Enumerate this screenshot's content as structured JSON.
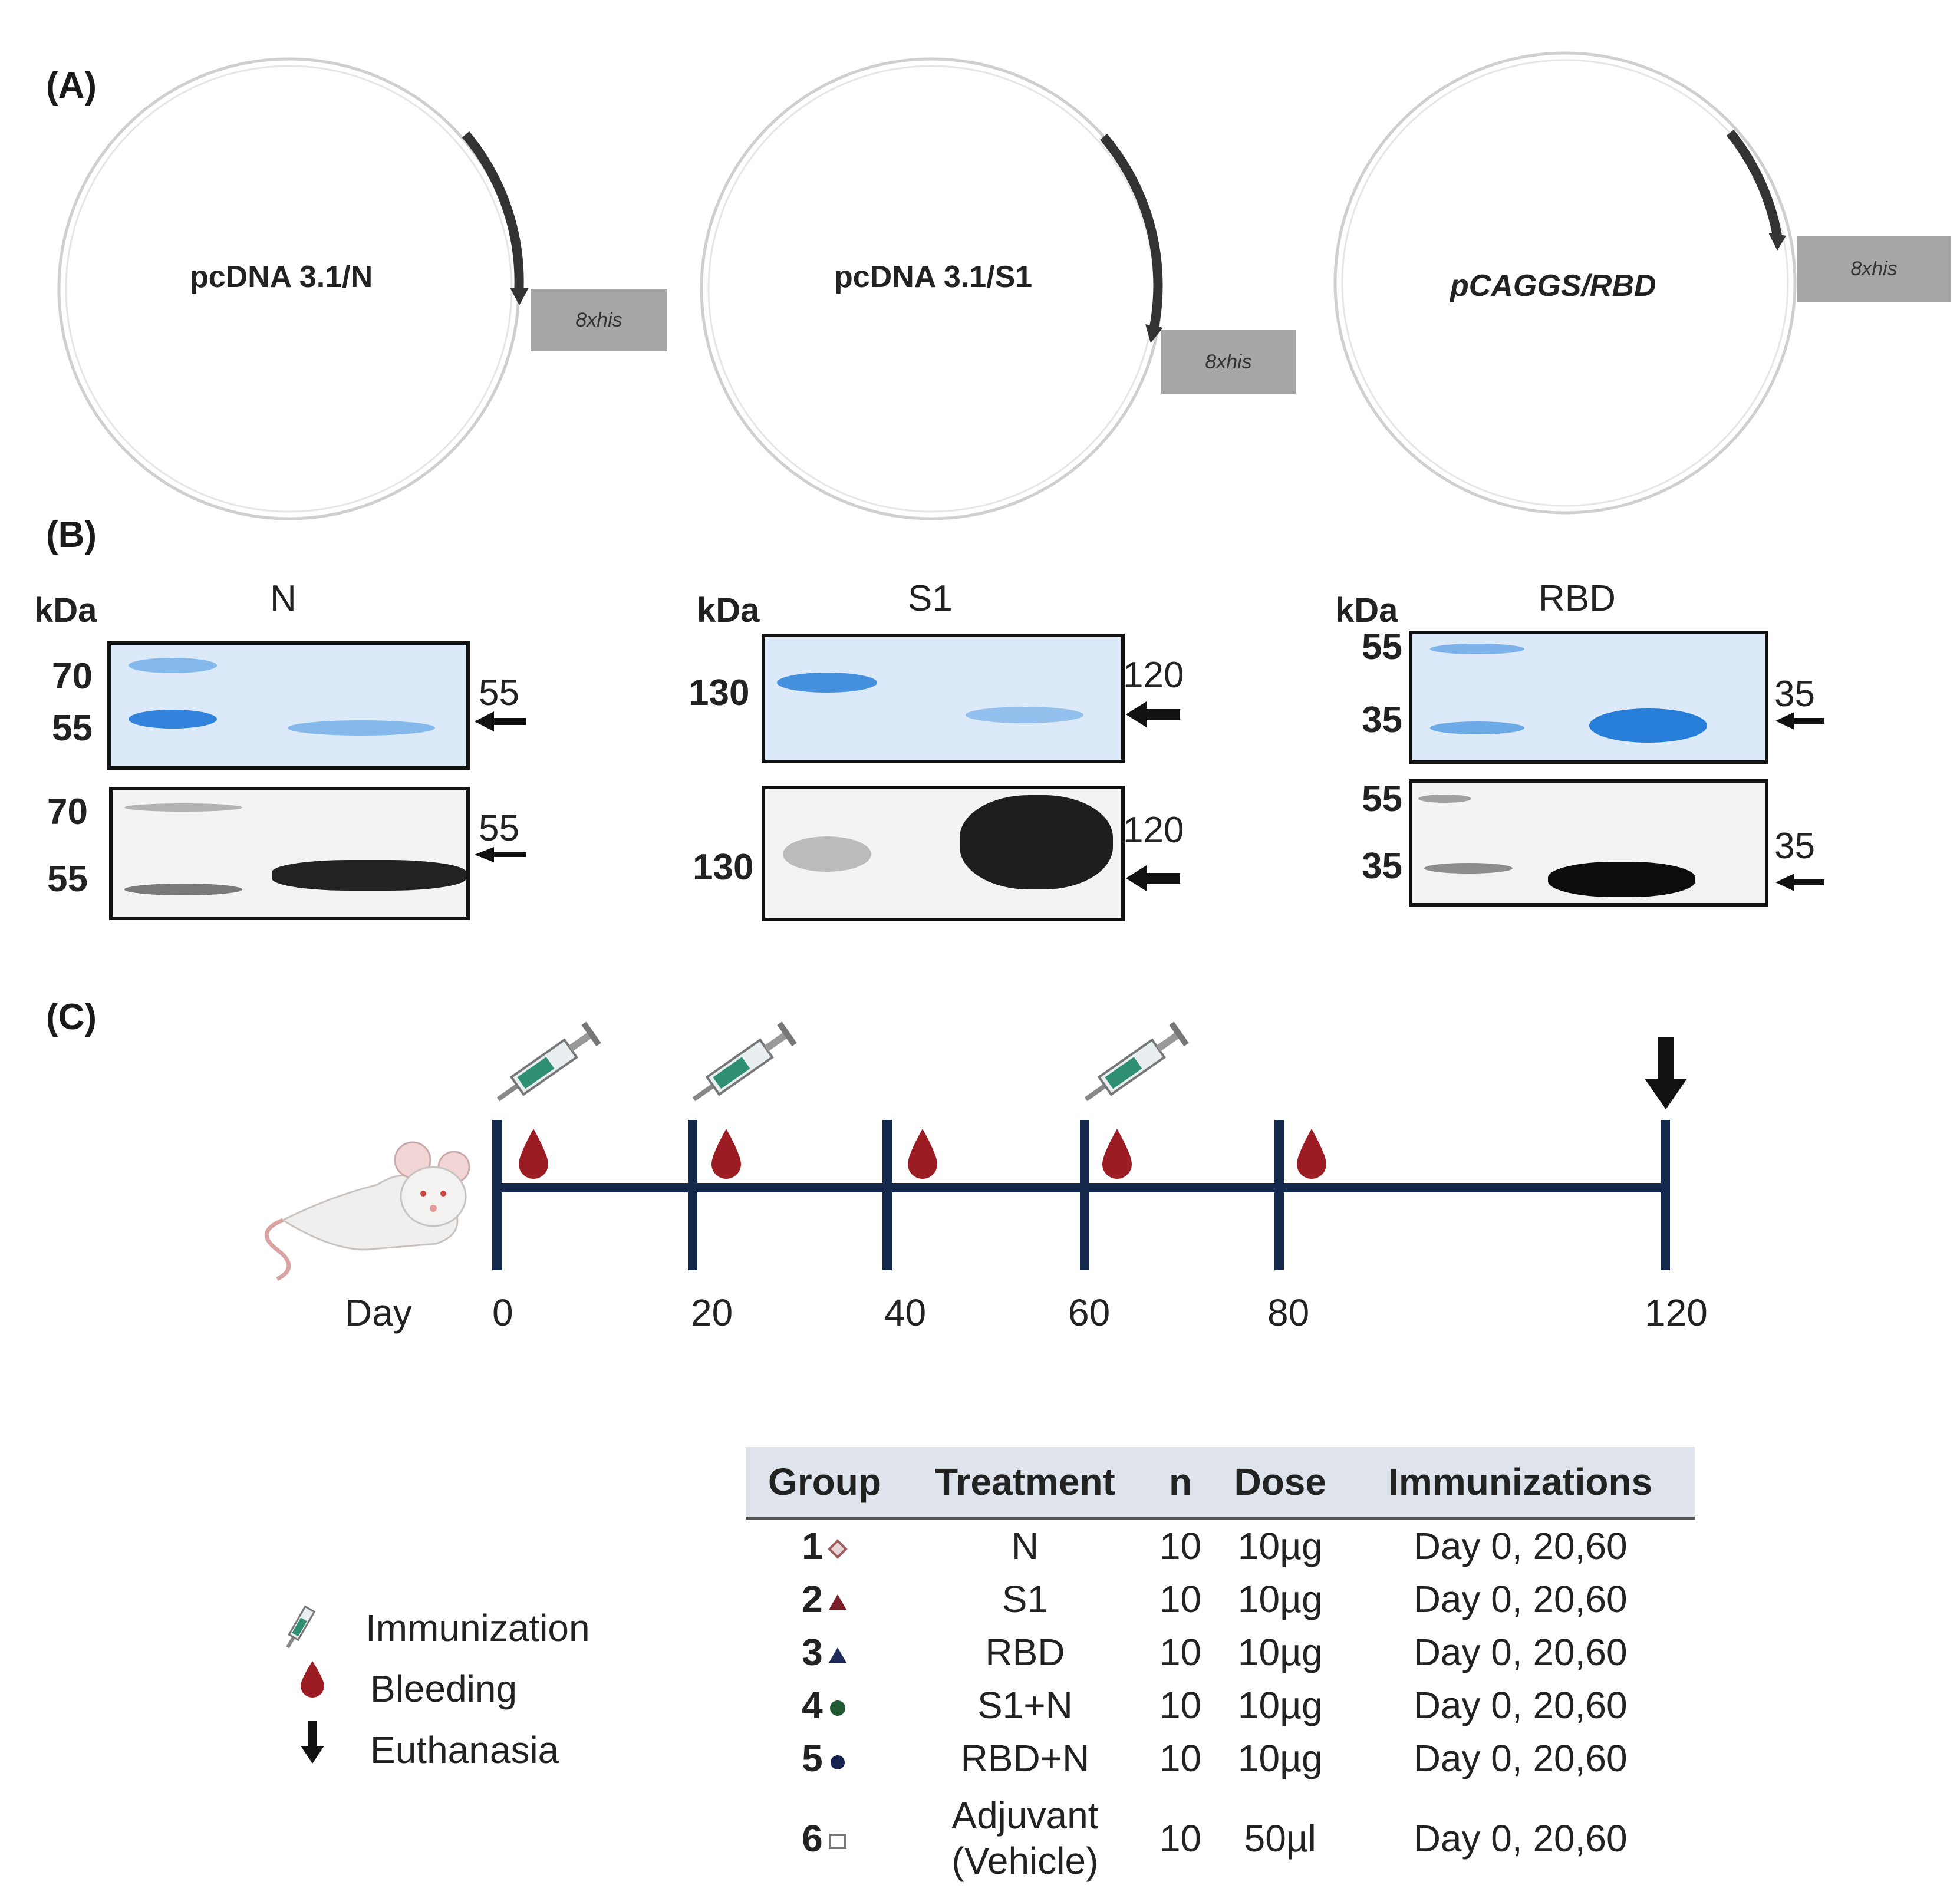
{
  "panels": {
    "a": "(A)",
    "b": "(B)",
    "c": "(C)"
  },
  "plasmids": [
    {
      "name": "pcDNA 3.1/N",
      "tag": "8xhis"
    },
    {
      "name": "pcDNA 3.1/S1",
      "tag": "8xhis"
    },
    {
      "name": "pCAGGS/RBD",
      "tag": "8xhis"
    }
  ],
  "gels": {
    "kda_label": "kDa",
    "n": {
      "title": "N",
      "top_markers": [
        "70",
        "55"
      ],
      "bottom_markers": [
        "70",
        "55"
      ],
      "top_size": "55",
      "bottom_size": "55"
    },
    "s1": {
      "title": "S1",
      "top_markers": [
        "130"
      ],
      "bottom_markers": [
        "130"
      ],
      "top_size": "120",
      "bottom_size": "120"
    },
    "rbd": {
      "title": "RBD",
      "top_markers": [
        "55",
        "35"
      ],
      "bottom_markers": [
        "55",
        "35"
      ],
      "top_size": "35",
      "bottom_size": "35"
    }
  },
  "timeline": {
    "day_label": "Day",
    "days": [
      "0",
      "20",
      "40",
      "60",
      "80",
      "120"
    ],
    "immunization_days": [
      "0",
      "20",
      "60"
    ],
    "bleeding_days": [
      "0",
      "20",
      "40",
      "60",
      "80"
    ],
    "euthanasia_day": "120"
  },
  "legend": {
    "immunization": "Immunization",
    "bleeding": "Bleeding",
    "euthanasia": "Euthanasia"
  },
  "colors": {
    "timeline": "#14284b",
    "blood": "#9b1c22",
    "gel_stain": "#3d8fe0",
    "tag_box": "#a6a6a6",
    "table_header": "#dfe4ec"
  },
  "table": {
    "headers": [
      "Group",
      "Treatment",
      "n",
      "Dose",
      "Immunizations"
    ],
    "rows": [
      {
        "group": "1",
        "symbol": "diamond",
        "treatment": "N",
        "n": "10",
        "dose": "10µg",
        "immunizations": "Day 0, 20,60"
      },
      {
        "group": "2",
        "symbol": "triangle-red",
        "treatment": "S1",
        "n": "10",
        "dose": "10µg",
        "immunizations": "Day 0, 20,60"
      },
      {
        "group": "3",
        "symbol": "triangle-navy",
        "treatment": "RBD",
        "n": "10",
        "dose": "10µg",
        "immunizations": "Day 0, 20,60"
      },
      {
        "group": "4",
        "symbol": "circle-green",
        "treatment": "S1+N",
        "n": "10",
        "dose": "10µg",
        "immunizations": "Day 0, 20,60"
      },
      {
        "group": "5",
        "symbol": "circle-navy",
        "treatment": "RBD+N",
        "n": "10",
        "dose": "10µg",
        "immunizations": "Day 0, 20,60"
      },
      {
        "group": "6",
        "symbol": "square-open",
        "treatment_line1": "Adjuvant",
        "treatment_line2": "(Vehicle)",
        "n": "10",
        "dose": "50µl",
        "immunizations": "Day 0, 20,60"
      }
    ]
  }
}
